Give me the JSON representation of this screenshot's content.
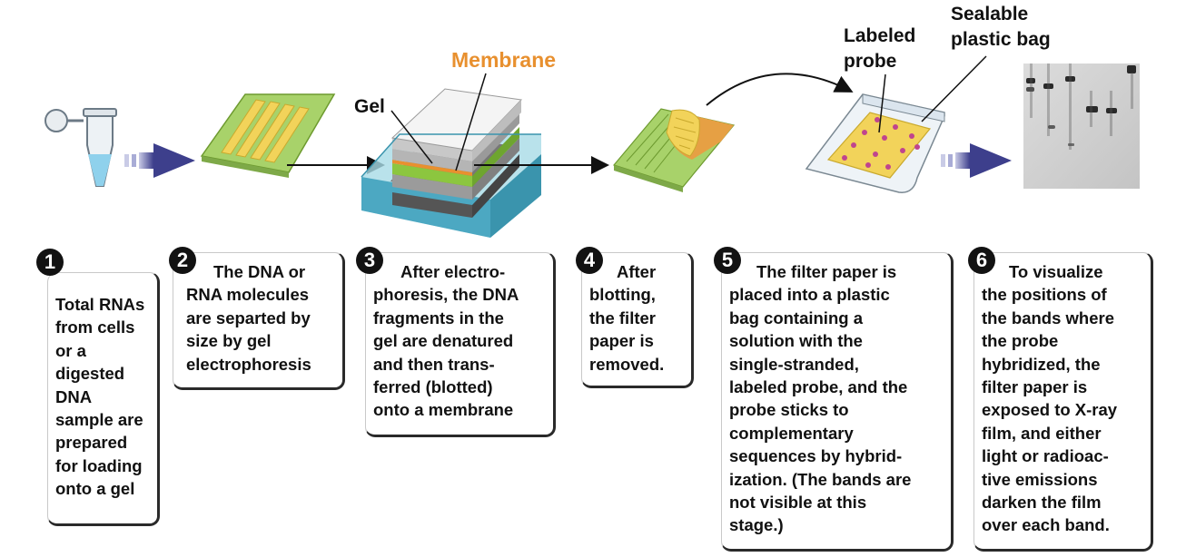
{
  "labels": {
    "gel": "Gel",
    "membrane": "Membrane",
    "labeled_probe": [
      "Labeled",
      "probe"
    ],
    "sealable_bag": [
      "Sealable",
      "plastic bag"
    ]
  },
  "steps": [
    {
      "number": "1",
      "lines": [
        "Total RNAs",
        "from cells",
        "or a",
        "digested",
        "DNA",
        "sample are",
        "prepared",
        "for loading",
        "onto a  gel"
      ]
    },
    {
      "number": "2",
      "lines": [
        "The DNA or",
        "RNA molecules",
        "are separted by",
        "size by gel",
        "electrophoresis"
      ]
    },
    {
      "number": "3",
      "lines": [
        "After electro-",
        "phoresis, the DNA",
        "fragments in the",
        "gel are denatured",
        "and then trans-",
        "ferred (blotted)",
        "onto a membrane"
      ]
    },
    {
      "number": "4",
      "lines": [
        "After",
        "blotting,",
        "the filter",
        "paper is",
        "removed."
      ]
    },
    {
      "number": "5",
      "lines": [
        "The filter paper is",
        "placed into a plastic",
        "bag containing a",
        "solution with the",
        "single-stranded,",
        "labeled probe, and the",
        "probe sticks to",
        "complementary",
        "sequences  by hybrid-",
        "ization. (The bands are",
        "not visible at this",
        "stage.)"
      ]
    },
    {
      "number": "6",
      "lines": [
        "To visualize",
        "the positions of",
        "the bands where",
        "the probe",
        "hybridized, the",
        "filter paper is",
        "exposed to X-ray",
        "film, and either",
        "light or radioac-",
        "tive emissions",
        "darken the film",
        "over each band."
      ]
    }
  ],
  "colors": {
    "membrane_label": "#e8902f",
    "gel_green": "#a8d26a",
    "gel_band_yellow": "#f2d35a",
    "tray_blue": "#6fbfd3",
    "process_arrow": "#3d3f8c",
    "probe_pink": "#c0448e",
    "filter_orange": "#e6a044"
  },
  "icons": [
    "microtube-icon",
    "process-arrow-icon",
    "gel-slab-icon",
    "blot-stack-icon",
    "filter-peel-icon",
    "sealed-bag-icon",
    "xray-film-icon"
  ]
}
